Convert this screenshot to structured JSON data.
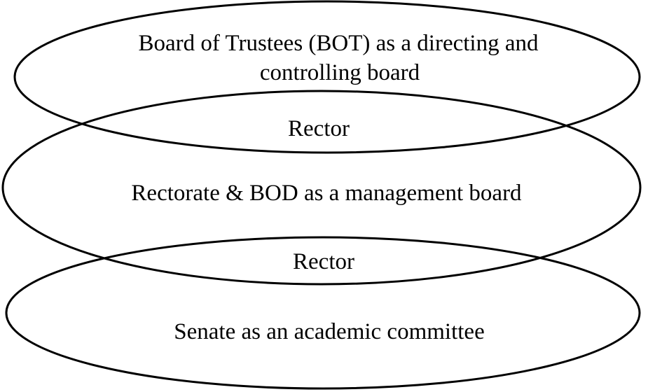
{
  "diagram": {
    "top_ellipse": {
      "line1": "Board of Trustees (BOT) as a directing and",
      "line2": "controlling board"
    },
    "overlap_top": "Rector",
    "middle_ellipse": "Rectorate & BOD as a management board",
    "overlap_bottom": "Rector",
    "bottom_ellipse": "Senate as an academic committee"
  },
  "colors": {
    "stroke": "#000000",
    "background": "#ffffff"
  }
}
